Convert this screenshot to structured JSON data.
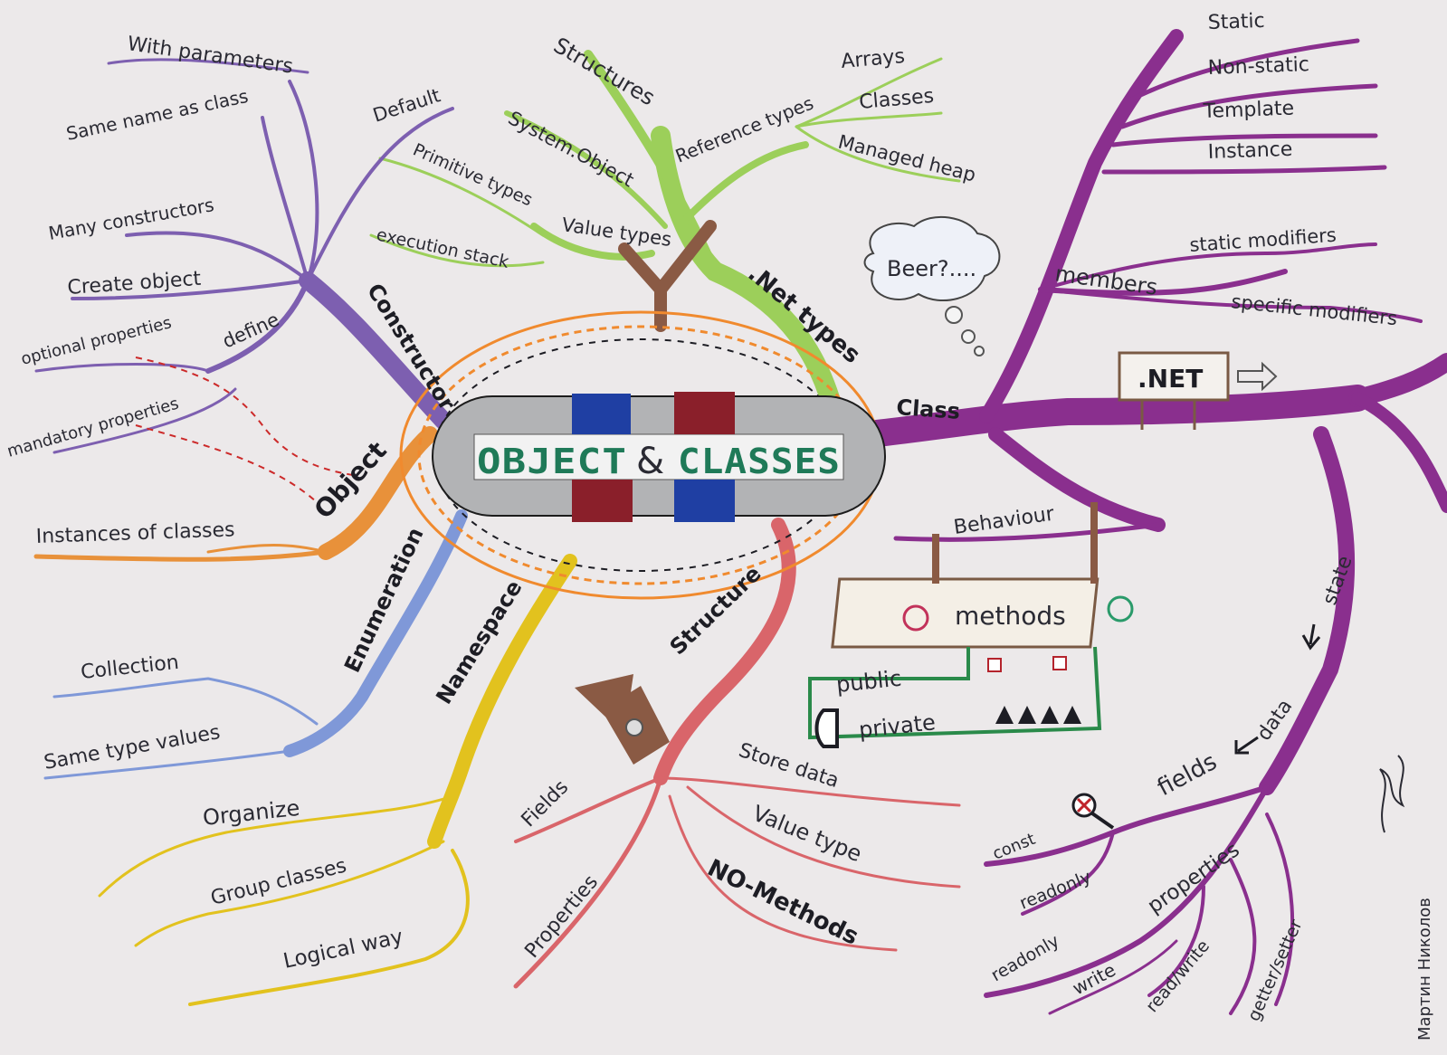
{
  "center": {
    "left_word": "OBJECT",
    "amp": "&",
    "right_word": "CLASSES"
  },
  "branches": {
    "net_types": {
      "label": ".Net types",
      "reference_types": "Reference types",
      "arrays": "Arrays",
      "classes": "Classes",
      "managed_heap": "Managed heap",
      "structures": "Structures",
      "system_object": "System.Object",
      "value_types": "Value types",
      "primitive_types": "Primitive types",
      "execution_stack": "execution stack"
    },
    "constructor": {
      "label": "Constructor",
      "with_parameters": "With parameters",
      "default": "Default",
      "same_name": "Same name as class",
      "many_constructors": "Many constructors",
      "create_object": "Create object",
      "define": "define",
      "optional_properties": "optional properties",
      "mandatory_properties": "mandatory properties"
    },
    "object": {
      "label": "Object",
      "instances": "Instances of classes"
    },
    "enumeration": {
      "label": "Enumeration",
      "collection": "Collection",
      "same_type": "Same type values"
    },
    "namespace": {
      "label": "Namespace",
      "organize": "Organize",
      "group_classes": "Group classes",
      "logical_way": "Logical way"
    },
    "structure": {
      "label": "Structure",
      "fields": "Fields",
      "properties": "Properties",
      "store_data": "Store data",
      "value_type": "Value type",
      "no_methods": "NO-Methods"
    },
    "class": {
      "label": "Class",
      "static": "Static",
      "non_static": "Non-static",
      "template": "Template",
      "instance": "Instance",
      "members": "members",
      "static_modifiers": "static modifiers",
      "specific_modifiers": "specific modifiers",
      "net_sign": ".NET",
      "behaviour": "Behaviour",
      "methods": "methods",
      "public": "public",
      "private": "private",
      "state": "state",
      "data": "data",
      "fields": "fields",
      "const": "const",
      "readonly_1": "readonly",
      "properties": "properties",
      "readonly_2": "readonly",
      "write": "write",
      "read_write": "read/write",
      "getter_setter": "getter/setter"
    }
  },
  "bubble": {
    "text": "Beer?...."
  },
  "signature": {
    "name": "Мартин Николов"
  },
  "colors": {
    "purple": "#8a2f8e",
    "violet": "#7d5fb0",
    "green": "#9ccf5a",
    "orange": "#e8913a",
    "blue": "#7f98d8",
    "yellow": "#e2c21e",
    "red": "#d9656a",
    "tile_blue": "#1f3fa3",
    "tile_red": "#8a1f2a"
  }
}
